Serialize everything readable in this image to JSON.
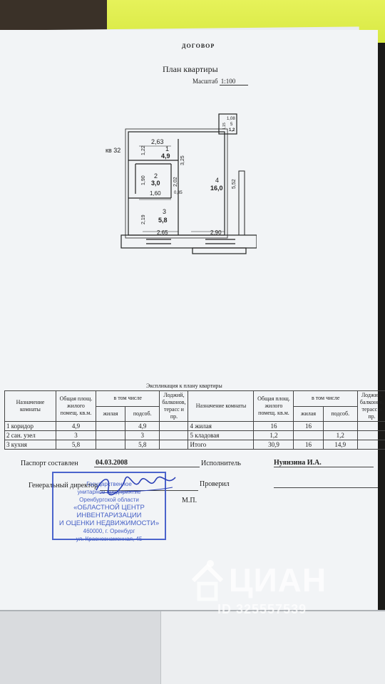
{
  "document": {
    "header": "ДОГОВОР",
    "title": "План квартиры",
    "scale_label": "Масштаб",
    "scale_value": "1:100"
  },
  "floorplan": {
    "level": "кв 32",
    "rooms": [
      {
        "number": "1",
        "area": "4,9"
      },
      {
        "number": "2",
        "area": "3,0"
      },
      {
        "number": "3",
        "area": "5,8"
      },
      {
        "number": "4",
        "area": "16,0"
      },
      {
        "number": "5",
        "area": "1,2"
      }
    ],
    "dims": [
      "2,63",
      "1,22",
      "3,25",
      "1,90",
      "2,02",
      "1,60",
      "0,85",
      "2,19",
      "2,65",
      "2,90",
      "5,52",
      "1,08",
      "1,15"
    ]
  },
  "explication": {
    "title": "Экспликация к плану квартиры",
    "headers": {
      "purpose": "Назначение комнаты",
      "total": "Общая площ. жилого помещ. кв.м.",
      "including": "в том числе",
      "living": "жилая",
      "auxiliary": "подсоб.",
      "loggias": "Лоджий, балконов, терасс и пр."
    },
    "rows_left": [
      {
        "name": "1 коридор",
        "total": "4,9",
        "living": "",
        "aux": "4,9",
        "loggia": ""
      },
      {
        "name": "2 сан. узел",
        "total": "3",
        "living": "",
        "aux": "3",
        "loggia": ""
      },
      {
        "name": "3 кухня",
        "total": "5,8",
        "living": "",
        "aux": "5,8",
        "loggia": ""
      }
    ],
    "rows_right": [
      {
        "name": "4 жилая",
        "total": "16",
        "living": "16",
        "aux": "",
        "loggia": ""
      },
      {
        "name": "5 кладовая",
        "total": "1,2",
        "living": "",
        "aux": "1,2",
        "loggia": ""
      },
      {
        "name": "Итого",
        "total": "30,9",
        "living": "16",
        "aux": "14,9",
        "loggia": ""
      }
    ]
  },
  "signatures": {
    "passport_label": "Паспорт составлен",
    "passport_date": "04.03.2008",
    "executor_label": "Исполнитель",
    "executor_name": "Нуянзина И.А.",
    "director_label": "Генеральный директор",
    "checked_label": "Проверил",
    "mp_label": "М.П."
  },
  "stamp": {
    "line1": "Государственное",
    "line2": "унитарное предприятие",
    "line3": "Оренбургской области",
    "line4": "«ОБЛАСТНОЙ ЦЕНТР",
    "line5": "ИНВЕНТАРИЗАЦИИ",
    "line6": "И ОЦЕНКИ НЕДВИЖИМОСТИ»",
    "line7": "460000, г. Оренбург",
    "line8": "ул. Краснознаменная, 45"
  },
  "watermark": {
    "brand": "ЦИАН",
    "id": "ID 325557539"
  }
}
